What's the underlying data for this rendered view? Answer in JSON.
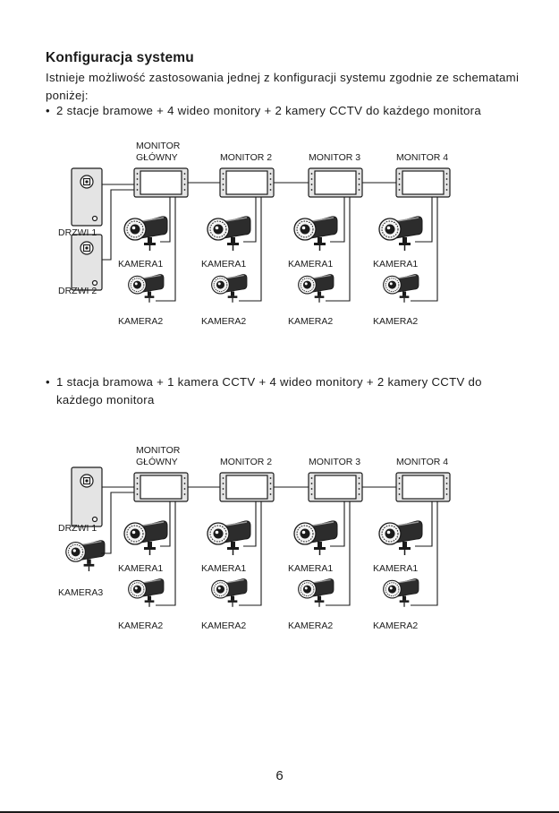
{
  "title": "Konfiguracja systemu",
  "intro": "Istnieje możliwość zastosowania jednej z konfiguracji systemu zgodnie ze schematami poniżej:",
  "bullet_symbol": "•",
  "config1": {
    "description": "2 stacje bramowe + 4 wideo monitory + 2 kamery CCTV do każdego monitora",
    "monitor_labels": [
      "GŁÓWNY",
      "MONITOR 2",
      "MONITOR 3",
      "MONITOR 4"
    ],
    "monitor_main_prefix": "MONITOR",
    "camera1_label": "KAMERA1",
    "camera2_label": "KAMERA2",
    "door1_label": "DRZWI 1",
    "door2_label": "DRZWI 2"
  },
  "config2": {
    "description": "1 stacja bramowa + 1 kamera CCTV + 4 wideo monitory + 2 kamery CCTV do każdego monitora",
    "monitor_labels": [
      "GŁÓWNY",
      "MONITOR 2",
      "MONITOR 3",
      "MONITOR 4"
    ],
    "monitor_main_prefix": "MONITOR",
    "camera1_label": "KAMERA1",
    "camera2_label": "KAMERA2",
    "camera3_label": "KAMERA3",
    "door1_label": "DRZWI 1"
  },
  "page_number": "6",
  "colors": {
    "ink": "#1a1a1a",
    "panel": "#e4e4e4",
    "screen": "#ffffff"
  },
  "icons": [
    "door-station-icon",
    "monitor-icon",
    "cctv-camera-icon"
  ]
}
